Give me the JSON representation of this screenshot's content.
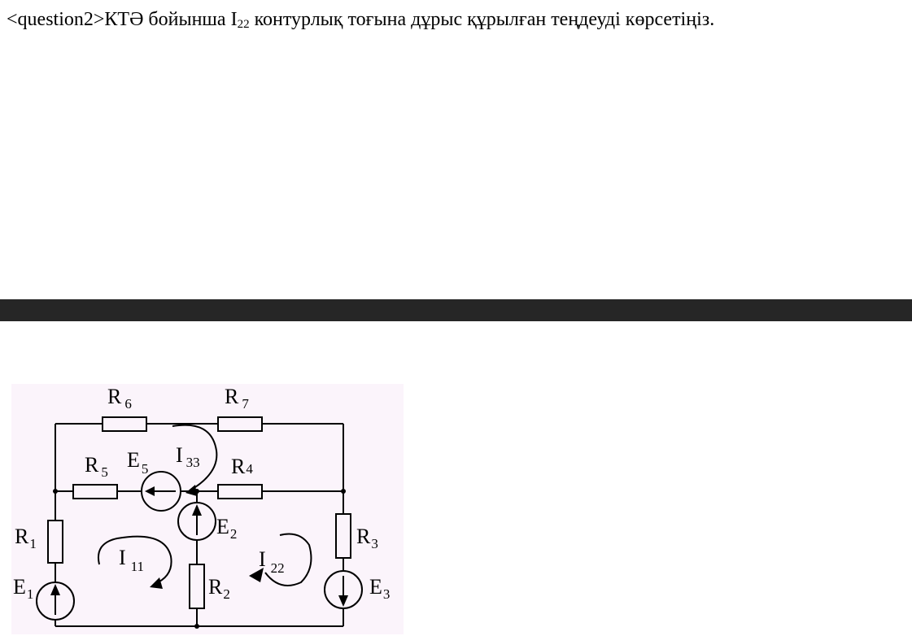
{
  "question": {
    "tag": "<question2>",
    "text_before": "КТӘ бойынша I",
    "sub": "22",
    "text_after": " контурлық тоғына дұрыс құрылған теңдеуді көрсетіңіз."
  },
  "circuit": {
    "labels": {
      "R6": {
        "main": "R",
        "sub": "6"
      },
      "R7": {
        "main": "R",
        "sub": "7"
      },
      "R5": {
        "main": "R",
        "sub": "5"
      },
      "E5": {
        "main": "E",
        "sub": "5"
      },
      "I33": {
        "main": "I",
        "sub": "33"
      },
      "R4": {
        "main": "R",
        "sub": "4"
      },
      "R1": {
        "main": "R",
        "sub": "1"
      },
      "E2": {
        "main": "E",
        "sub": "2"
      },
      "R3": {
        "main": "R",
        "sub": "3"
      },
      "I11": {
        "main": "I",
        "sub": "11"
      },
      "I22": {
        "main": "I",
        "sub": "22"
      },
      "E1": {
        "main": "E",
        "sub": "1"
      },
      "R2": {
        "main": "R",
        "sub": "2"
      },
      "E3": {
        "main": "E",
        "sub": "3"
      }
    }
  }
}
